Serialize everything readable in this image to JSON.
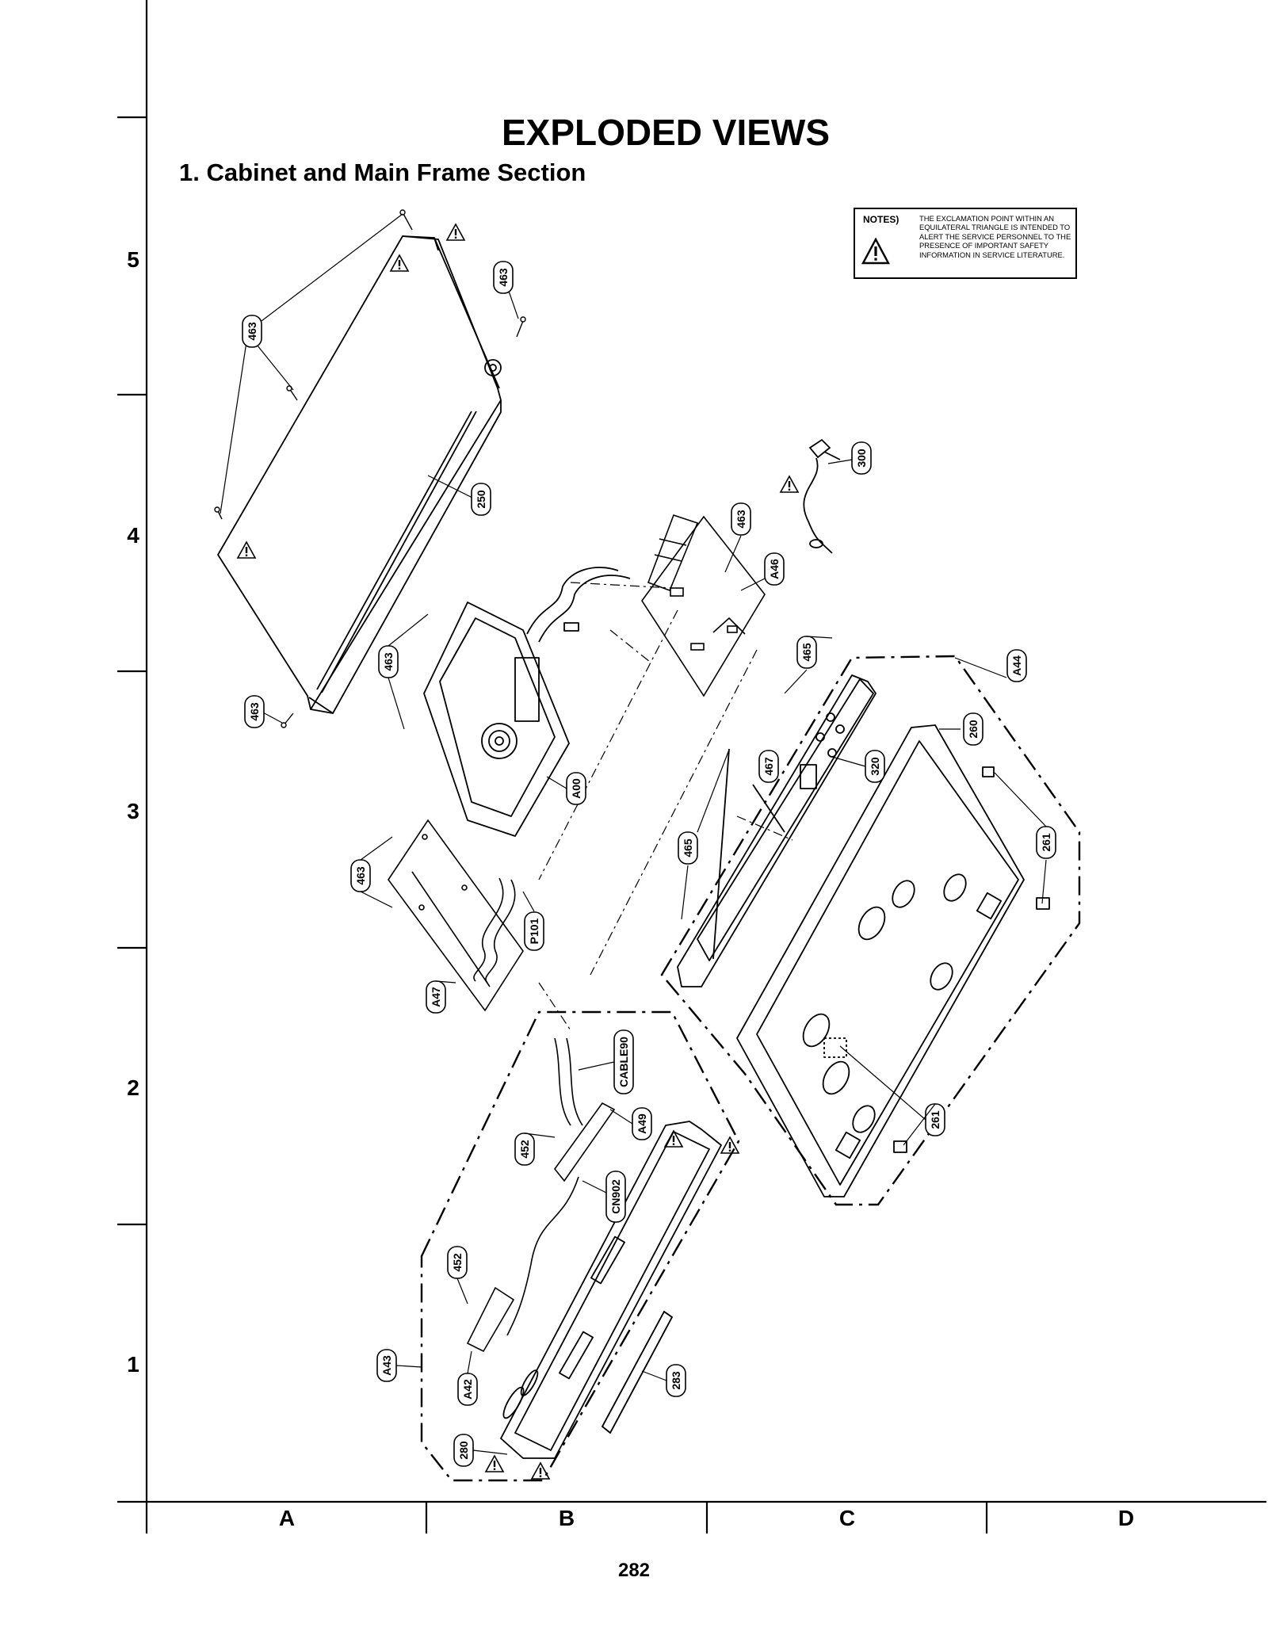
{
  "header": {
    "title": "EXPLODED VIEWS",
    "subtitle": "1. Cabinet and Main Frame Section"
  },
  "notes": {
    "label": "NOTES)",
    "text": "THE EXCLAMATION POINT WITHIN AN EQUILATERAL TRIANGLE IS INTENDED TO ALERT THE SERVICE PERSONNEL TO THE PRESENCE OF IMPORTANT SAFETY INFORMATION IN SERVICE LITERATURE.",
    "icon": "warning-triangle-icon"
  },
  "grid": {
    "rows": [
      "5",
      "4",
      "3",
      "2",
      "1"
    ],
    "columns": [
      "A",
      "B",
      "C",
      "D"
    ]
  },
  "parts": {
    "p463_top_a": "463",
    "p463_top_b": "463",
    "p463_left_low": "463",
    "p463_loader": "463",
    "p463_board_a46": "463",
    "p463_board_a47": "463",
    "p250": "250",
    "p300": "300",
    "pA46": "A46",
    "pA44": "A44",
    "p465_top": "465",
    "p465_low": "465",
    "p467": "467",
    "p320": "320",
    "p260": "260",
    "p261_top": "261",
    "p261_low": "261",
    "pA00": "A00",
    "pP101": "P101",
    "pA47": "A47",
    "pCABLE90": "CABLE90",
    "pA49": "A49",
    "p452_a": "452",
    "p452_b": "452",
    "pCN902": "CN902",
    "pA43": "A43",
    "pA42": "A42",
    "p283": "283",
    "p280": "280"
  },
  "footer": {
    "page_number": "282"
  }
}
